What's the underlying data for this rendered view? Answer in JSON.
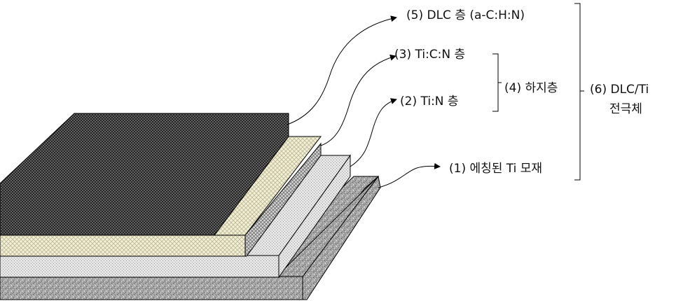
{
  "labels": {
    "dlc_layer": "(5) DLC 층 (a-C:H:N)",
    "ticn_layer": "(3) Ti:C:N 층",
    "tin_layer": "(2) Ti:N 층",
    "underlayer_group": "(4) 하지층",
    "substrate": "(1) 에칭된 Ti 모재",
    "electrode_line1": "(6) DLC/Ti",
    "electrode_line2": "전극체"
  },
  "colors": {
    "substrate": "#9a9a9a",
    "tin": "#d9d9d9",
    "ticn": "#efedd6",
    "dlc": "#4f4f4f",
    "line": "#000000"
  }
}
